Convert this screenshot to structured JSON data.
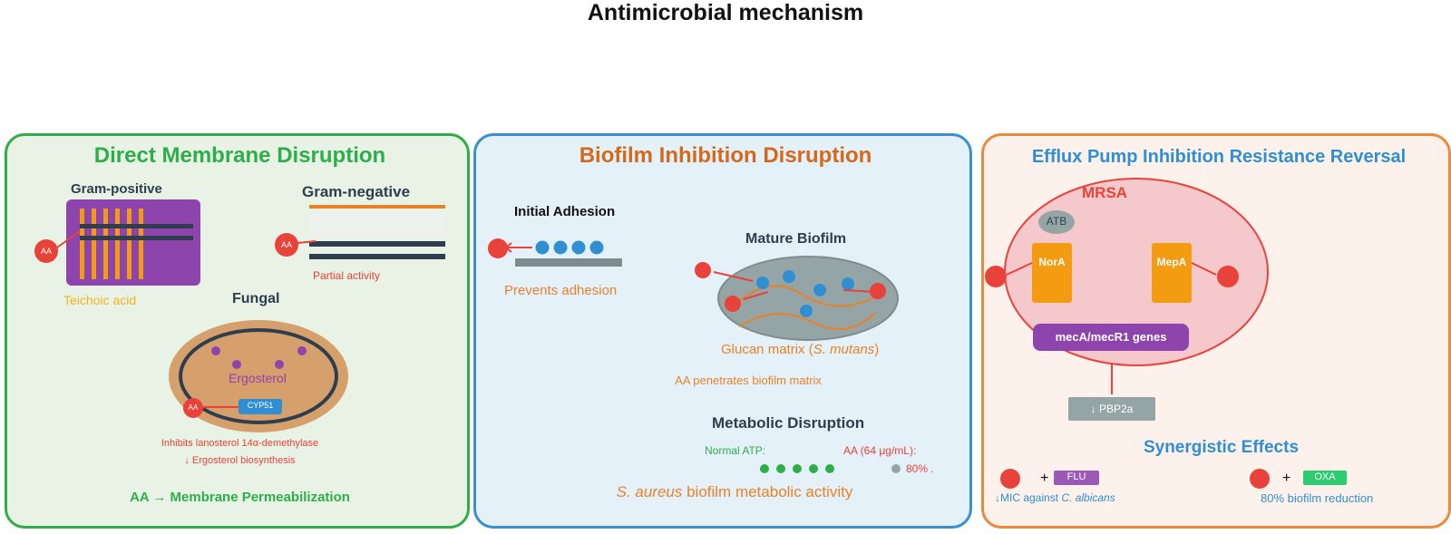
{
  "title": "Antimicrobial mechanism",
  "panel1": {
    "heading": "Direct Membrane Disruption",
    "gram_positive": "Gram-positive",
    "gram_negative": "Gram-negative",
    "teichoic": "Teichoic acid",
    "partial": "Partial activity",
    "fungal": "Fungal",
    "ergosterol": "Ergosterol",
    "cyp": "CYP51",
    "inhibits": "Inhibits lanosterol 14α-demethylase",
    "biosynthesis": "↓ Ergosterol biosynthesis",
    "footer": "AA → Membrane Permeabilization",
    "aa": "AA"
  },
  "panel2": {
    "heading": "Biofilm Inhibition Disruption",
    "initial": "Initial Adhesion",
    "prevents": "Prevents adhesion",
    "mature": "Mature Biofilm",
    "glucan_pre": "Glucan matrix (",
    "glucan_it": "S. mutans",
    "glucan_post": ")",
    "penetrates": "AA penetrates biofilm matrix",
    "metabolic": "Metabolic Disruption",
    "normal_atp": "Normal ATP:",
    "aa_dose": "AA (64 μg/mL):",
    "pct": "80% .",
    "footer_it": "S. aureus",
    "footer_rest": " biofilm metabolic activity"
  },
  "panel3": {
    "heading": "Efflux Pump Inhibition Resistance Reversal",
    "mrsa": "MRSA",
    "atb": "ATB",
    "nora": "NorA",
    "mepa": "MepA",
    "genes": "mecA/mecR1 genes",
    "pbp": "↓ PBP2a",
    "synergy": "Synergistic Effects",
    "flu": "FLU",
    "oxa": "OXA",
    "plus": "+",
    "mic_pre": "↓MIC against ",
    "mic_it": "C. albicans",
    "reduction": "80% biofilm reduction"
  },
  "colors": {
    "green": "#2eae48",
    "orange": "#d4681c",
    "blue": "#2f8fd2",
    "red": "#e8423a",
    "purple": "#8e44ad",
    "dark": "#2f3e4f"
  }
}
